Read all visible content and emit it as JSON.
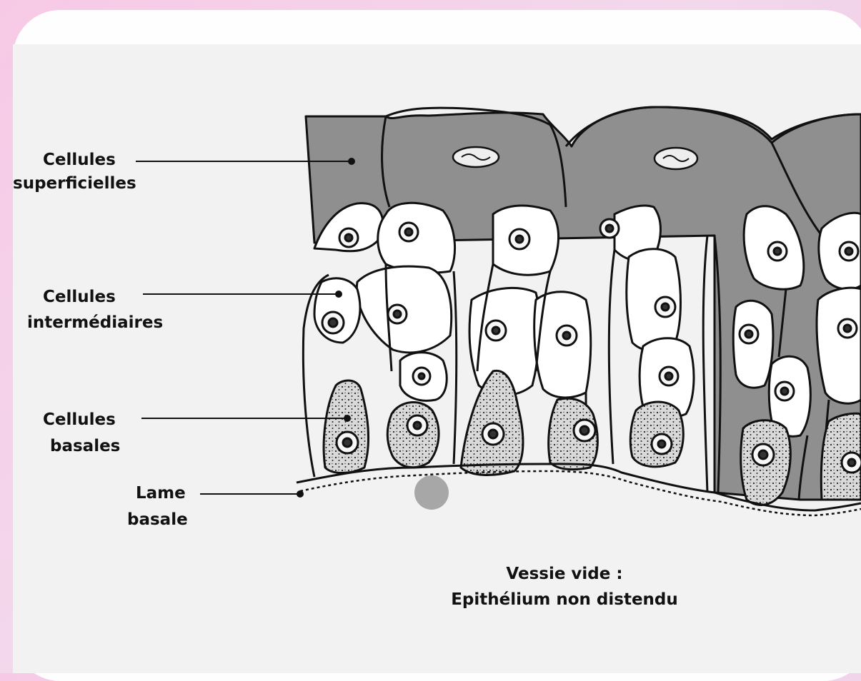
{
  "labels": {
    "superficial": {
      "line1": "Cellules",
      "line2": "superficielles"
    },
    "intermediate": {
      "line1": "Cellules",
      "line2": "intermédiaires"
    },
    "basal": {
      "line1": "Cellules",
      "line2": "basales"
    },
    "lamina": {
      "line1": "Lame",
      "line2": "basale"
    }
  },
  "caption": {
    "line1": "Vessie vide :",
    "line2": "Epithélium non distendu"
  },
  "colors": {
    "background_pink": "#f3d0e8",
    "card": "#fefefe",
    "paper": "#f2f2f2",
    "superficial_fill": "#8e8e8e",
    "cell_fill": "#ffffff",
    "outline": "#111111",
    "cursor_dot": "#9a9a9a"
  }
}
